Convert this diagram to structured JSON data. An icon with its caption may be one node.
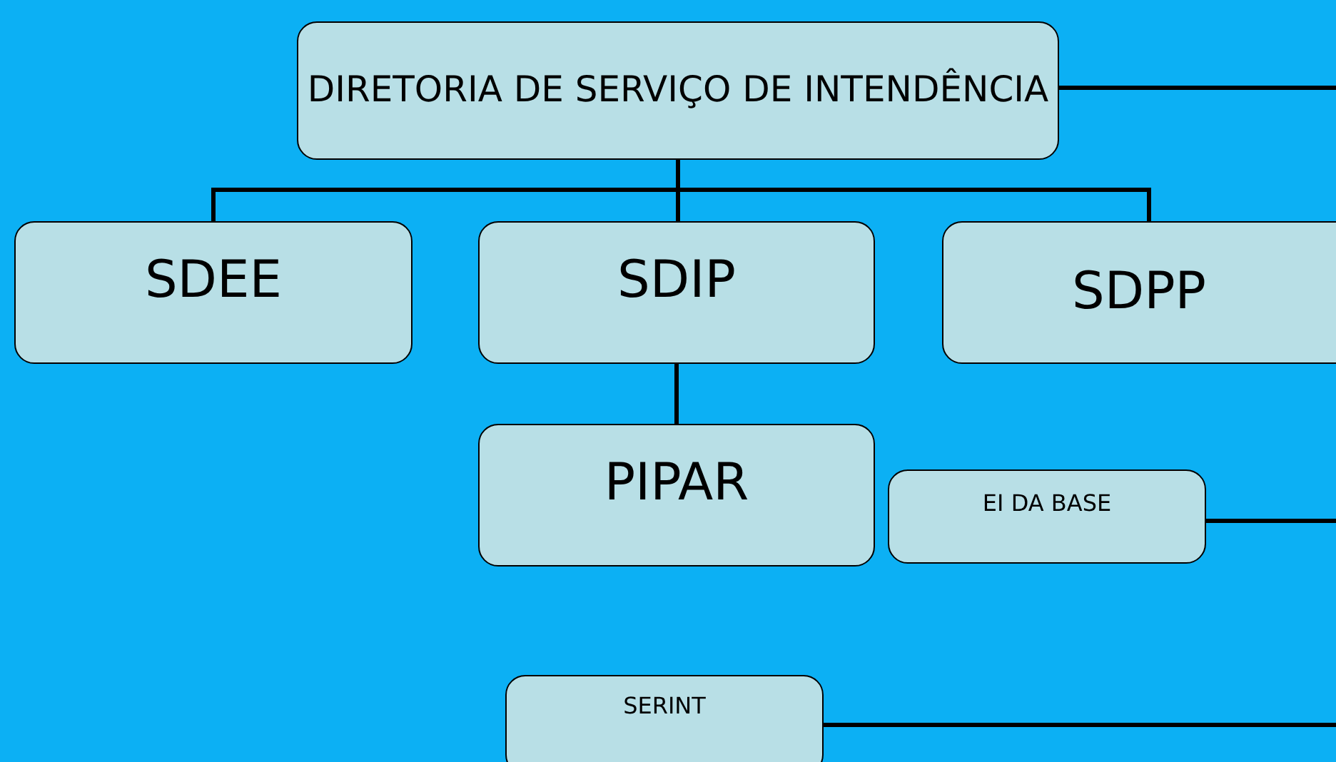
{
  "diagram": {
    "nodes": [
      {
        "text": [
          "DIRETORIA DE SERVIÇO DE INTENDÊNCIA"
        ]
      },
      {
        "text": [
          "SDEE"
        ]
      },
      {
        "text": [
          "SDIP"
        ]
      },
      {
        "text": [
          "SDPP"
        ]
      },
      {
        "text": [
          "PIPAR"
        ]
      },
      {
        "text": [
          "EI DA BASE"
        ]
      },
      {
        "text": [
          "SERINT"
        ]
      }
    ],
    "edges": [
      {
        "from": 0,
        "to": 1,
        "arrow": "none"
      },
      {
        "from": 0,
        "to": 2,
        "arrow": "none"
      },
      {
        "from": 0,
        "to": 3,
        "arrow": "none"
      },
      {
        "from": 2,
        "to": 4,
        "arrow": "none"
      },
      {
        "from": 0,
        "to": null,
        "arrow": "none"
      },
      {
        "from": 5,
        "to": null,
        "arrow": "none"
      },
      {
        "from": 6,
        "to": null,
        "arrow": "none"
      }
    ]
  }
}
